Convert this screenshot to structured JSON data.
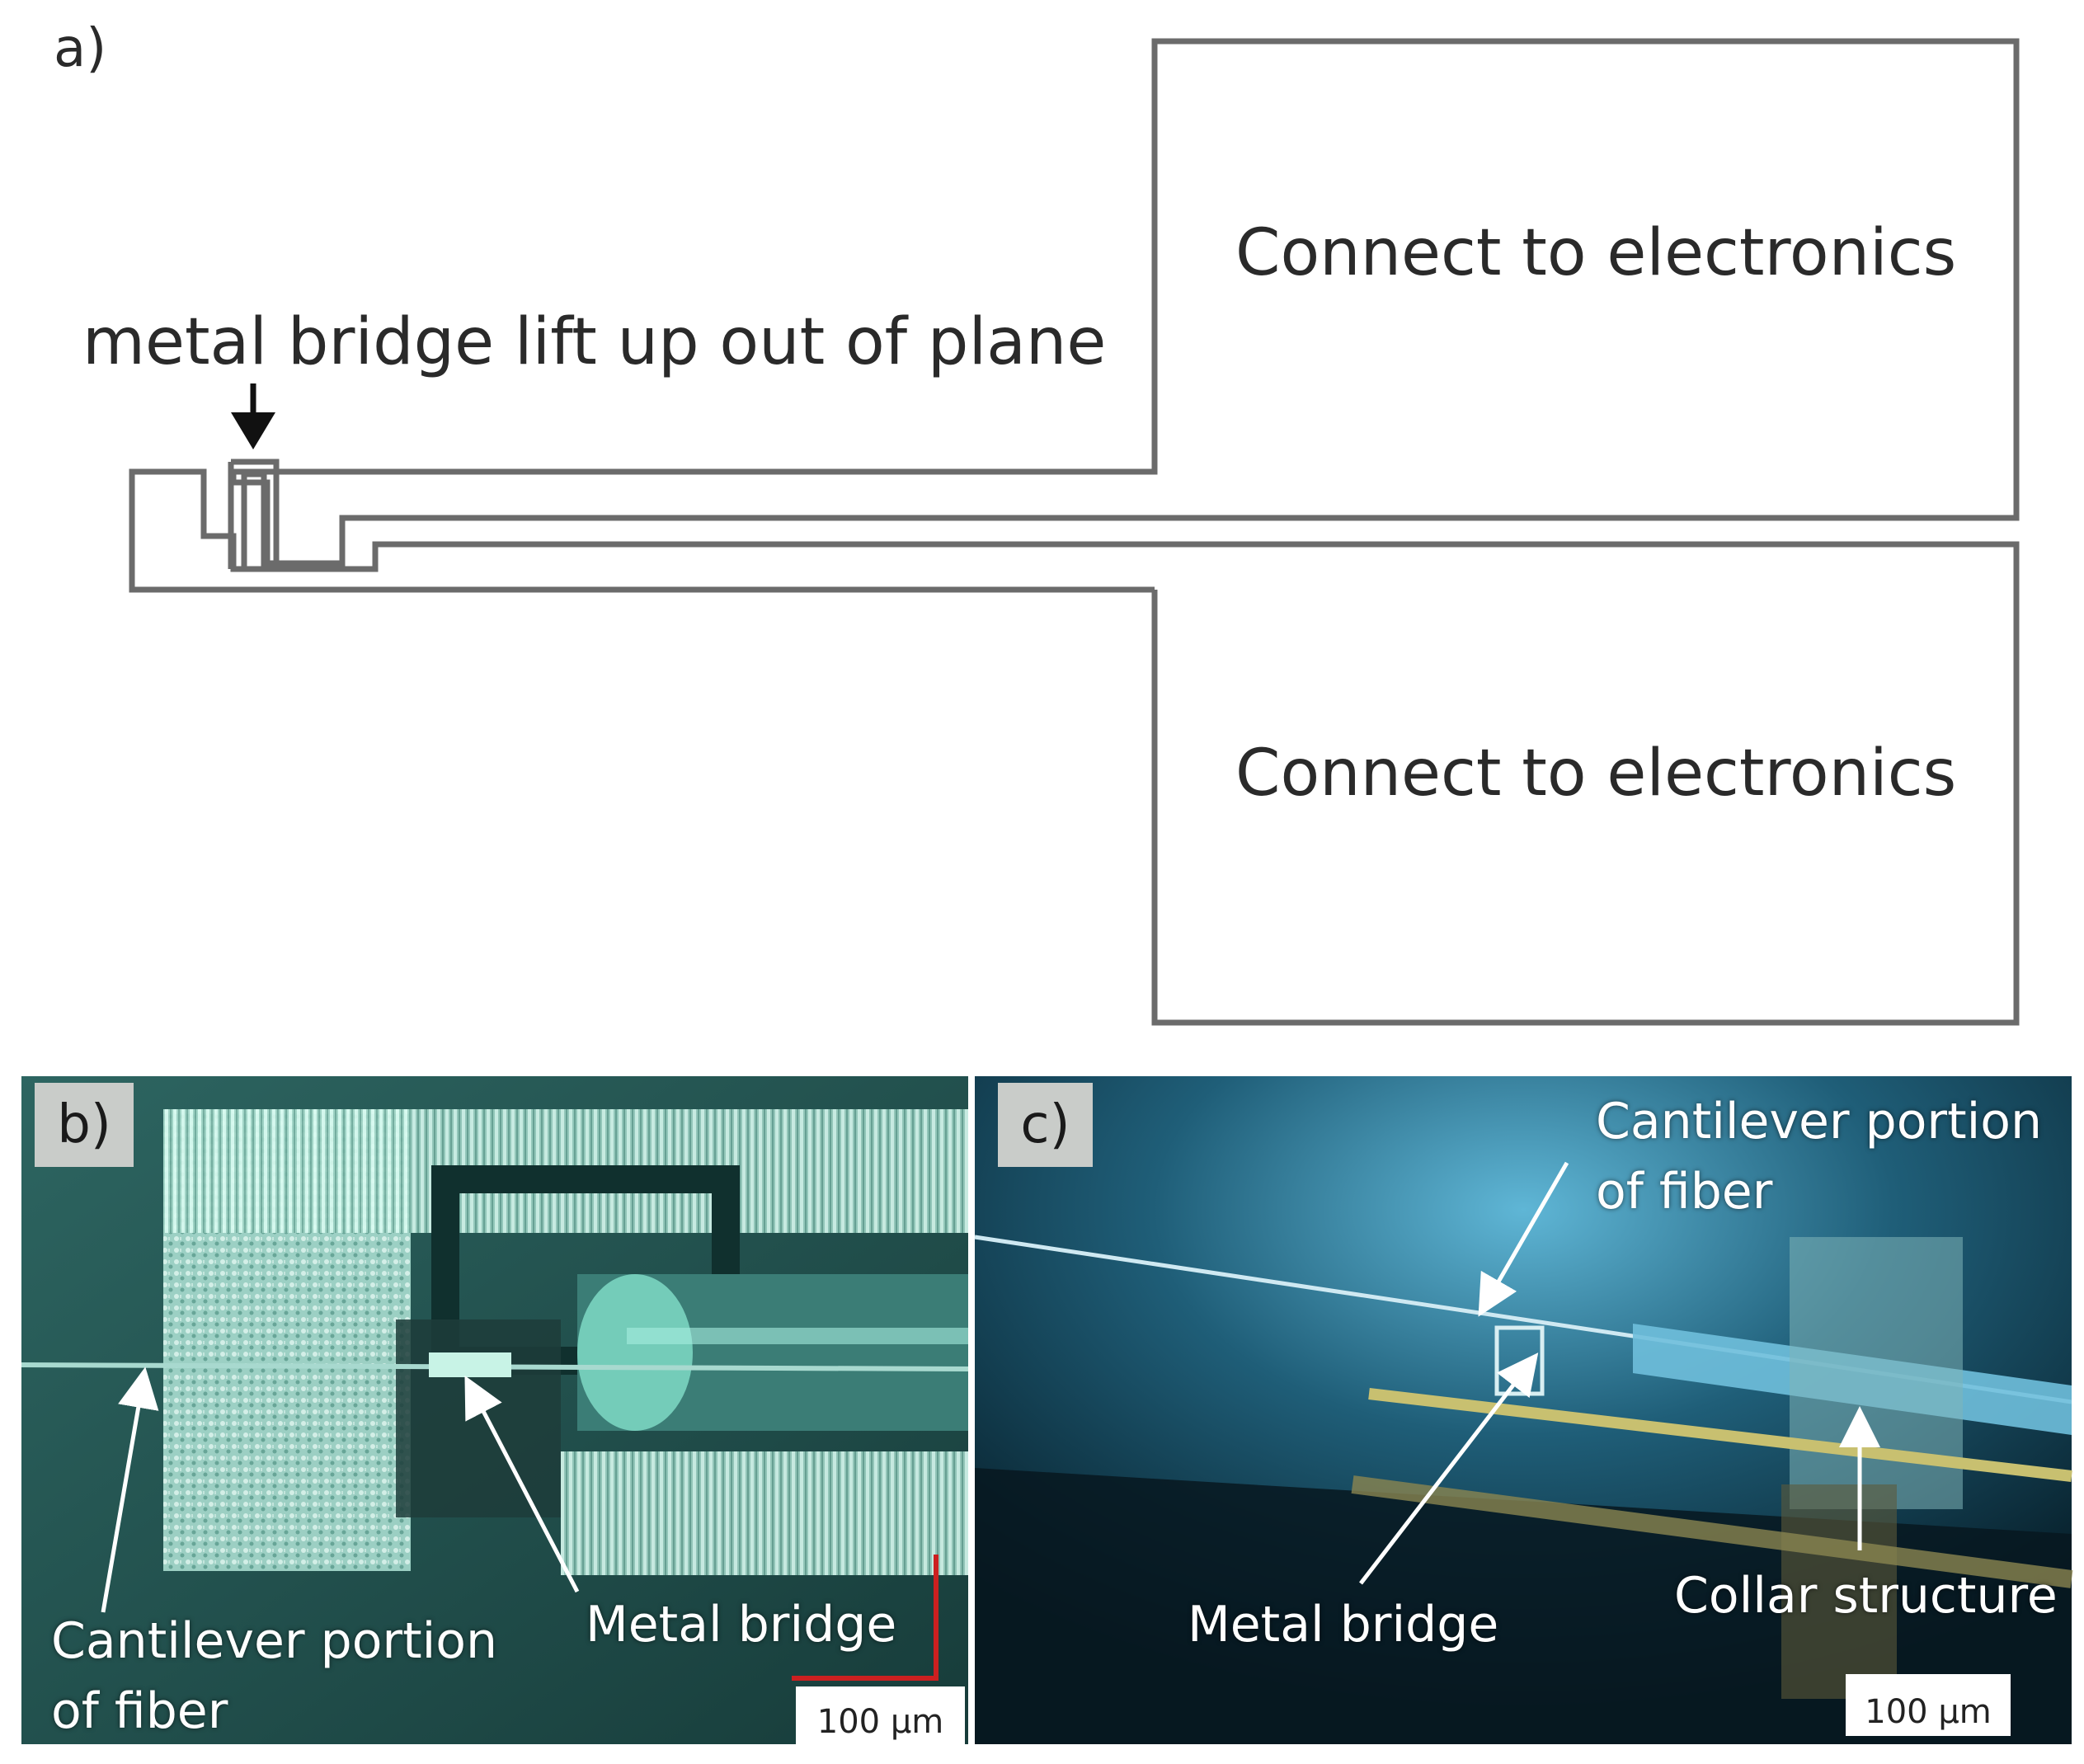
{
  "panel_a": {
    "tag": "a)",
    "bridge_note": "metal bridge lift up out of plane",
    "pad_top_label": "Connect to electronics",
    "pad_bottom_label": "Connect to electronics"
  },
  "panel_b": {
    "tag": "b)",
    "cantilever_label_line1": "Cantilever portion",
    "cantilever_label_line2": "of fiber",
    "bridge_label": "Metal bridge",
    "scale_bar": "100 µm"
  },
  "panel_c": {
    "tag": "c)",
    "cantilever_label_line1": "Cantilever portion",
    "cantilever_label_line2": "of fiber",
    "bridge_label": "Metal bridge",
    "collar_label": "Collar structure",
    "scale_bar": "100 µm"
  },
  "colors": {
    "diagram_stroke": "#6b6b6b",
    "panel_b_bg": "#1f4d4a",
    "panel_b_metal": "#bfe6d9",
    "panel_c_bg": "#0d2c3a",
    "panel_c_glow": "#4aa3c8",
    "trace_yellow": "#c8c070",
    "scale_red": "#cc2020"
  }
}
